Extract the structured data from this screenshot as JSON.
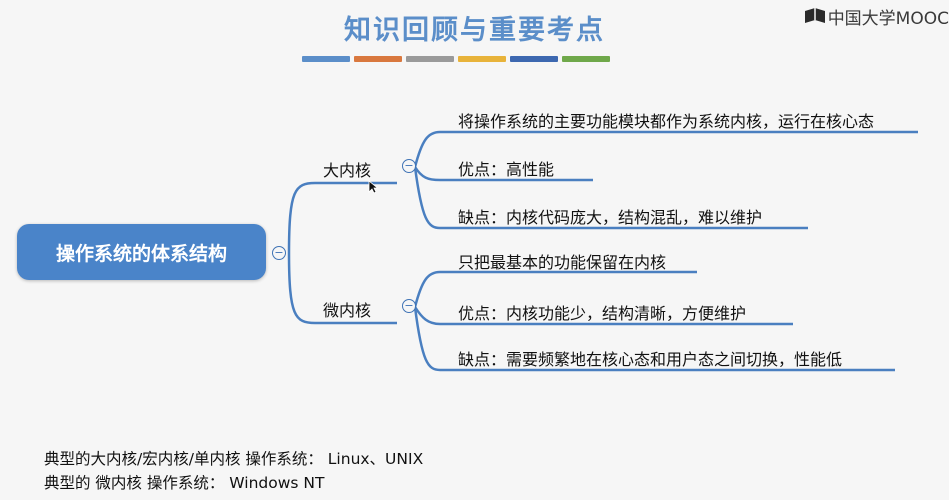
{
  "header": {
    "title": "知识回顾与重要考点",
    "watermark": "中国大学MOOC"
  },
  "color_bar": [
    "#5b8ec9",
    "#d9783e",
    "#9a9a9a",
    "#e8b33a",
    "#3d68b0",
    "#6fa84a"
  ],
  "mindmap": {
    "root": "操作系统的体系结构",
    "branches": [
      {
        "label": "大内核",
        "items": [
          "将操作系统的主要功能模块都作为系统内核，运行在核心态",
          "优点：高性能",
          "缺点：内核代码庞大，结构混乱，难以维护"
        ]
      },
      {
        "label": "微内核",
        "items": [
          "只把最基本的功能保留在内核",
          "优点：内核功能少，结构清晰，方便维护",
          "缺点：需要频繁地在核心态和用户态之间切换，性能低"
        ]
      }
    ]
  },
  "notes": {
    "line1": "典型的大内核/宏内核/单内核 操作系统： Linux、UNIX",
    "line2": "典型的 微内核 操作系统： Windows NT"
  }
}
